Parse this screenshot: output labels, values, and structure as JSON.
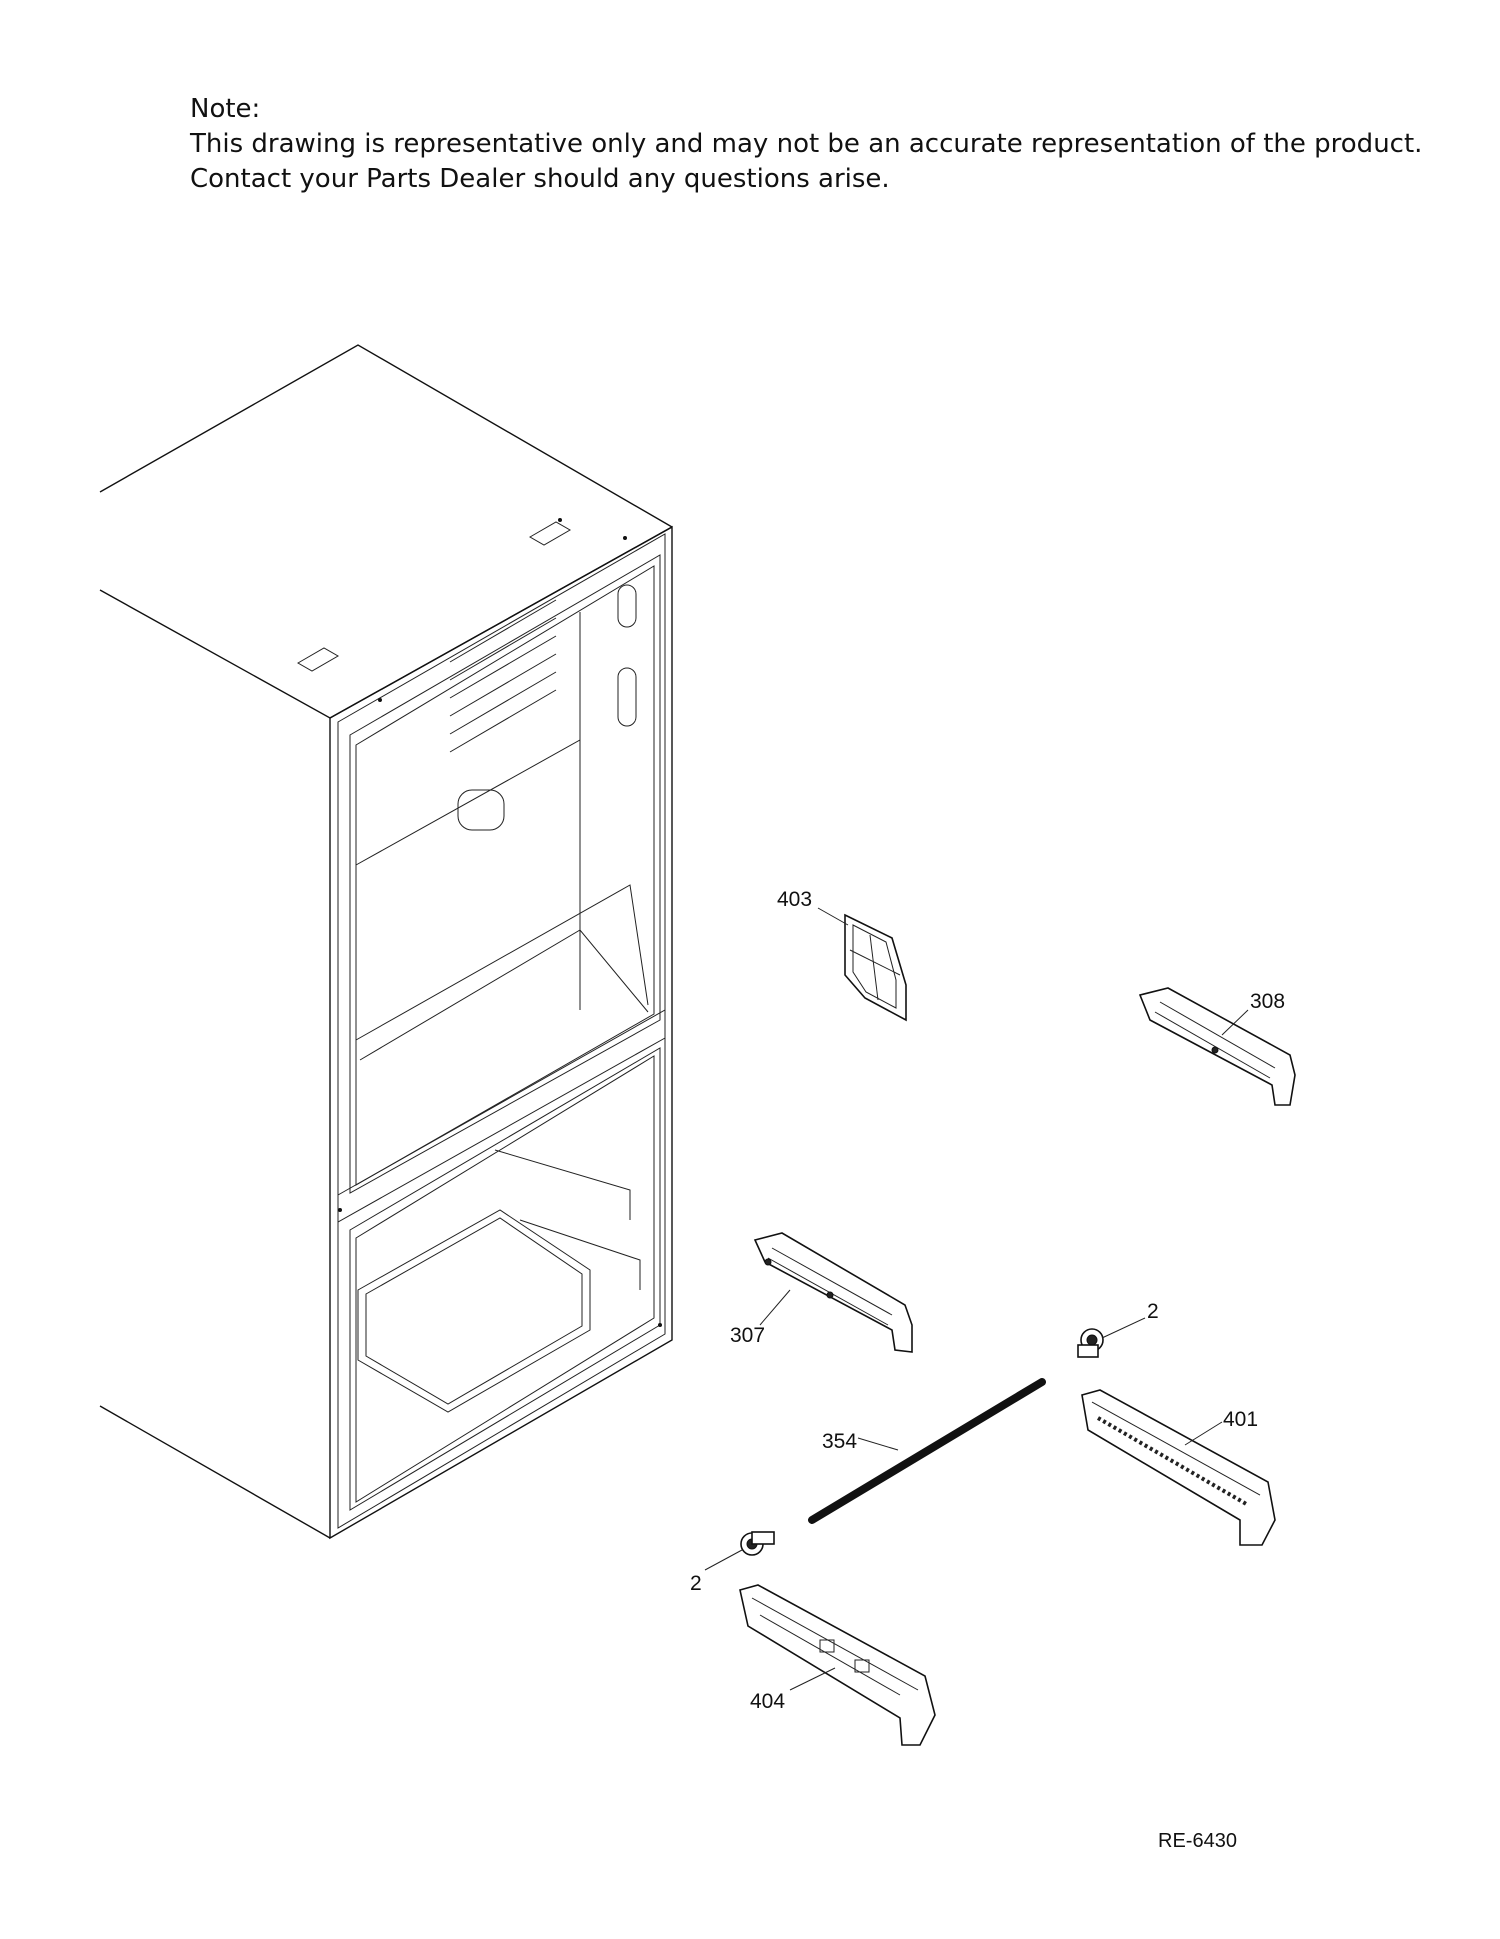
{
  "note": {
    "heading": "Note:",
    "line1": "This drawing is representative only and may not be an accurate representation of the product.",
    "line2": "Contact your Parts Dealer should any questions arise."
  },
  "callouts": [
    {
      "id": "403",
      "label": "403"
    },
    {
      "id": "308",
      "label": "308"
    },
    {
      "id": "307",
      "label": "307"
    },
    {
      "id": "2a",
      "label": "2"
    },
    {
      "id": "401",
      "label": "401"
    },
    {
      "id": "354",
      "label": "354"
    },
    {
      "id": "2b",
      "label": "2"
    },
    {
      "id": "404",
      "label": "404"
    }
  ],
  "reference_code": "RE-6430"
}
